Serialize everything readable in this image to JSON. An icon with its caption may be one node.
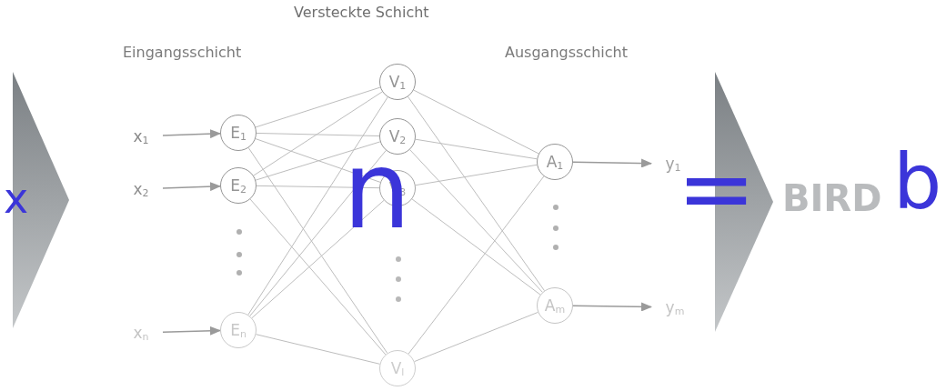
{
  "diagram": {
    "nodes": [
      {
        "text": [
          "x"
        ]
      },
      {
        "text": [
          "x$_{1}$"
        ]
      },
      {
        "text": [
          "x$_{2}$"
        ]
      },
      {
        "text": [
          "x$_{n}$"
        ]
      },
      {
        "text": [
          "E$_{1}$"
        ]
      },
      {
        "text": [
          "E$_{2}$"
        ]
      },
      {
        "text": [
          "E$_{n}$"
        ]
      },
      {
        "text": [
          "V$_{1}$"
        ]
      },
      {
        "text": [
          "V$_{2}$"
        ]
      },
      {
        "text": [
          "V$_{3}$"
        ]
      },
      {
        "text": [
          "V$_{l}$"
        ]
      },
      {
        "text": [
          "A$_{1}$"
        ]
      },
      {
        "text": [
          "A$_{m}$"
        ]
      },
      {
        "text": [
          "y$_{1}$"
        ]
      },
      {
        "text": [
          "y$_{m}$"
        ]
      },
      {
        "text": [
          "="
        ]
      }
    ],
    "edges": [
      {
        "from": 1,
        "to": 4,
        "arrow": "to"
      },
      {
        "from": 2,
        "to": 5,
        "arrow": "to"
      },
      {
        "from": 3,
        "to": 6,
        "arrow": "to"
      },
      {
        "from": 4,
        "to": 7,
        "arrow": "none"
      },
      {
        "from": 4,
        "to": 8,
        "arrow": "none"
      },
      {
        "from": 4,
        "to": 9,
        "arrow": "none"
      },
      {
        "from": 4,
        "to": 10,
        "arrow": "none"
      },
      {
        "from": 5,
        "to": 7,
        "arrow": "none"
      },
      {
        "from": 5,
        "to": 8,
        "arrow": "none"
      },
      {
        "from": 5,
        "to": 9,
        "arrow": "none"
      },
      {
        "from": 5,
        "to": 10,
        "arrow": "none"
      },
      {
        "from": 6,
        "to": 7,
        "arrow": "none"
      },
      {
        "from": 6,
        "to": 8,
        "arrow": "none"
      },
      {
        "from": 6,
        "to": 9,
        "arrow": "none"
      },
      {
        "from": 6,
        "to": 10,
        "arrow": "none"
      },
      {
        "from": 7,
        "to": 11,
        "arrow": "none"
      },
      {
        "from": 7,
        "to": 12,
        "arrow": "none"
      },
      {
        "from": 8,
        "to": 11,
        "arrow": "none"
      },
      {
        "from": 8,
        "to": 12,
        "arrow": "none"
      },
      {
        "from": 9,
        "to": 11,
        "arrow": "none"
      },
      {
        "from": 9,
        "to": 12,
        "arrow": "none"
      },
      {
        "from": 10,
        "to": 11,
        "arrow": "none"
      },
      {
        "from": 10,
        "to": 12,
        "arrow": "none"
      },
      {
        "from": 11,
        "to": 13,
        "arrow": "to"
      },
      {
        "from": 12,
        "to": 14,
        "arrow": "to"
      }
    ],
    "labels": [
      "Versteckte Schicht",
      "Eingangsschicht",
      "Ausgangsschicht",
      "n",
      "BIRD",
      "b"
    ]
  }
}
